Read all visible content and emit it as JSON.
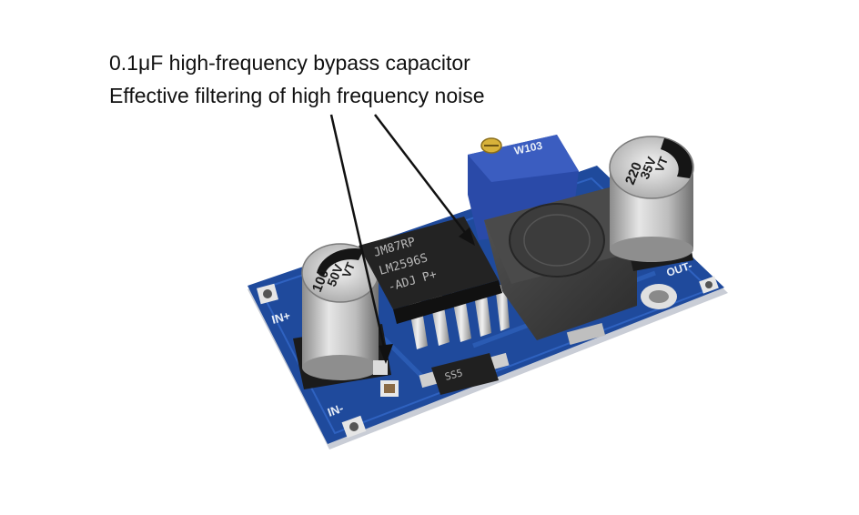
{
  "annotation": {
    "line1": "0.1μF high-frequency bypass capacitor",
    "line2": "Effective filtering of high frequency noise"
  },
  "board_labels": {
    "in_plus": "IN+",
    "in_minus": "IN-",
    "out_minus": "OUT-"
  },
  "components": {
    "input_capacitor": [
      "100",
      "50V",
      "VT"
    ],
    "output_capacitor": [
      "220",
      "35V",
      "VT"
    ],
    "regulator_chip": [
      "JM87RP",
      "LM2596S",
      "-ADJ P+"
    ],
    "potentiometer": "W103",
    "diode": "SS5"
  },
  "colors": {
    "pcb": "#1f4a9c",
    "background": "#ffffff",
    "text": "#111111"
  }
}
